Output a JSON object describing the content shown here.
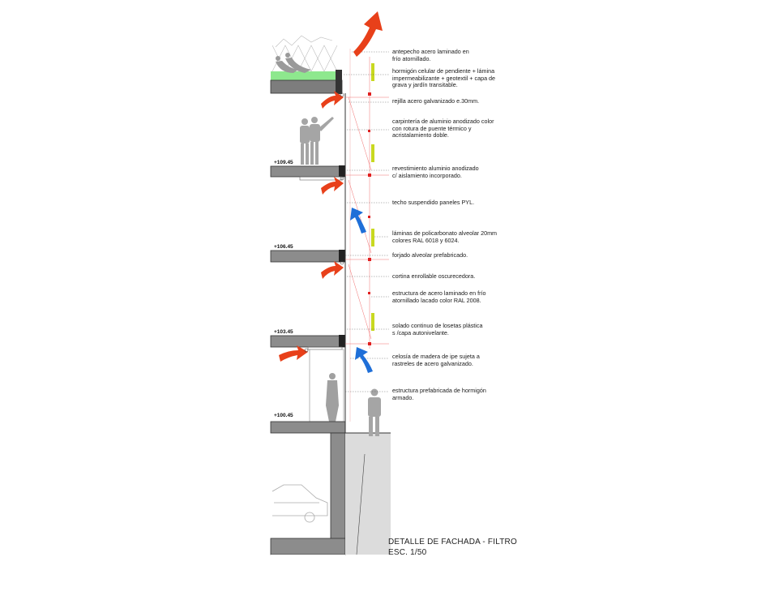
{
  "drawing": {
    "title": "DETALLE DE FACHADA - FILTRO",
    "scale": "ESC. 1/50"
  },
  "levels": [
    "+109.45",
    "+106.45",
    "+103.45",
    "+100.45"
  ],
  "notes": [
    "antepecho acero laminado en\nfrío atornillado.",
    "hormigón celular de pendiente + lámina\nimpermeabilizante + geotextil + capa de\ngrava y jardín transitable.",
    "rejilla acero galvanizado e.30mm.",
    "carpintería de aluminio anodizado color\ncon rotura de puente térmico y\nacristalamiento doble.",
    "revestimiento aluminio anodizado\nc/ aislamiento incorporado.",
    "techo suspendido paneles PYL.",
    "láminas de policarbonato alveolar 20mm\ncolores RAL 6018 y 6024.",
    "forjado alveolar prefabricado.",
    "cortina enrollable oscurecedora.",
    "estructura de acero laminado en frío\n atornillado lacado color RAL 2008.",
    "solado continuo de losetas plástica\ns /capa autonivelante.",
    "celosía de madera de ipe sujeta a\nrastreles  de acero galvanizado.",
    "estructura prefabricada de hormigón\n armado."
  ],
  "colors": {
    "slab": "#8c8c8c",
    "slab_dark": "#5a5a5a",
    "hot_air": "#e8401a",
    "cool_air": "#1f6fd8",
    "green_roof": "#8ee88e",
    "polycarbonate": "#c8d820",
    "red_marks": "#e02020"
  },
  "icons": [
    "warm-air-arrow-icon",
    "cool-air-arrow-icon",
    "person-silhouette-icon",
    "car-outline-icon"
  ]
}
